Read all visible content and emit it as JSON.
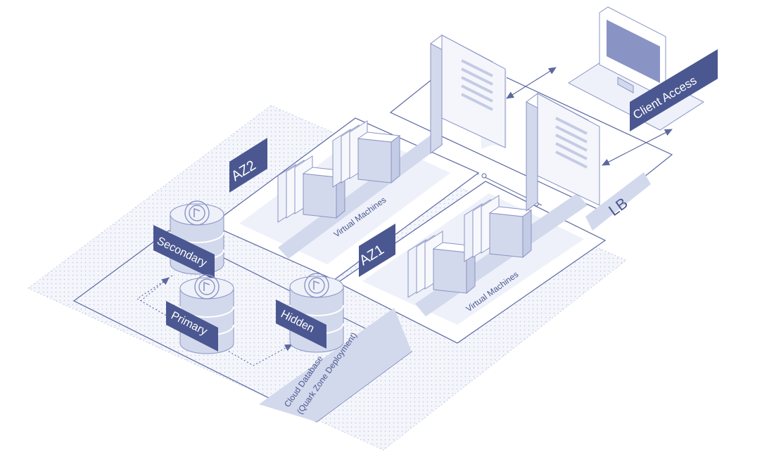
{
  "colors": {
    "navy": "#4b5790",
    "tile_fill": "#d3d9ec",
    "tile_edge": "#8a94c4",
    "zone_fill": "#f1f4fb",
    "line": "#5c68a0",
    "paper": "#ffffff"
  },
  "labels": {
    "client_access": "Client Access",
    "lb": "LB",
    "az2": "AZ2",
    "az1": "AZ1",
    "vm_az2": "Virtual Machines",
    "vm_az1": "Virtual Machines",
    "secondary": "Secondary",
    "primary": "Primary",
    "hidden": "Hidden",
    "cloud_db_line1": "Cloud Database",
    "cloud_db_line2": "(Quark Zone Deployment)"
  },
  "icons": {
    "monitor": "desktop-monitor-icon",
    "server": "rack-server-icon",
    "database": "database-cylinder-icon",
    "vm": "virtual-machine-stack-icon"
  }
}
